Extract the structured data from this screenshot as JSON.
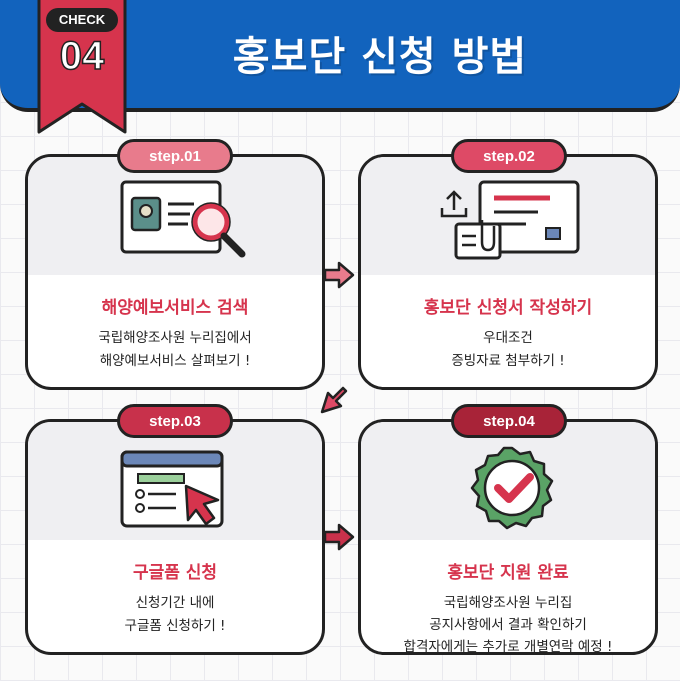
{
  "header": {
    "badge_label": "CHECK",
    "badge_number": "04",
    "title": "홍보단 신청 방법"
  },
  "colors": {
    "header_blue": "#1263bd",
    "accent_red": "#d6344d",
    "step1_pill": "#e87b8c",
    "step2_pill": "#de4a66",
    "step3_pill": "#c8314b",
    "step4_pill": "#a82338"
  },
  "steps": [
    {
      "label": "step.01",
      "title": "해양예보서비스 검색",
      "lines": [
        "국립해양조사원 누리집에서",
        "해양예보서비스 살펴보기 !"
      ],
      "icon": "search-document-icon"
    },
    {
      "label": "step.02",
      "title": "홍보단 신청서 작성하기",
      "lines": [
        "우대조건",
        "증빙자료 첨부하기 !"
      ],
      "icon": "upload-attachment-icon"
    },
    {
      "label": "step.03",
      "title": "구글폼 신청",
      "lines": [
        "신청기간 내에",
        "구글폼 신청하기 !"
      ],
      "icon": "form-cursor-icon"
    },
    {
      "label": "step.04",
      "title": "홍보단 지원 완료",
      "lines": [
        "국립해양조사원 누리집",
        "공지사항에서 결과 확인하기",
        "합격자에게는 추가로 개별연락 예정 !"
      ],
      "icon": "check-badge-icon"
    }
  ]
}
